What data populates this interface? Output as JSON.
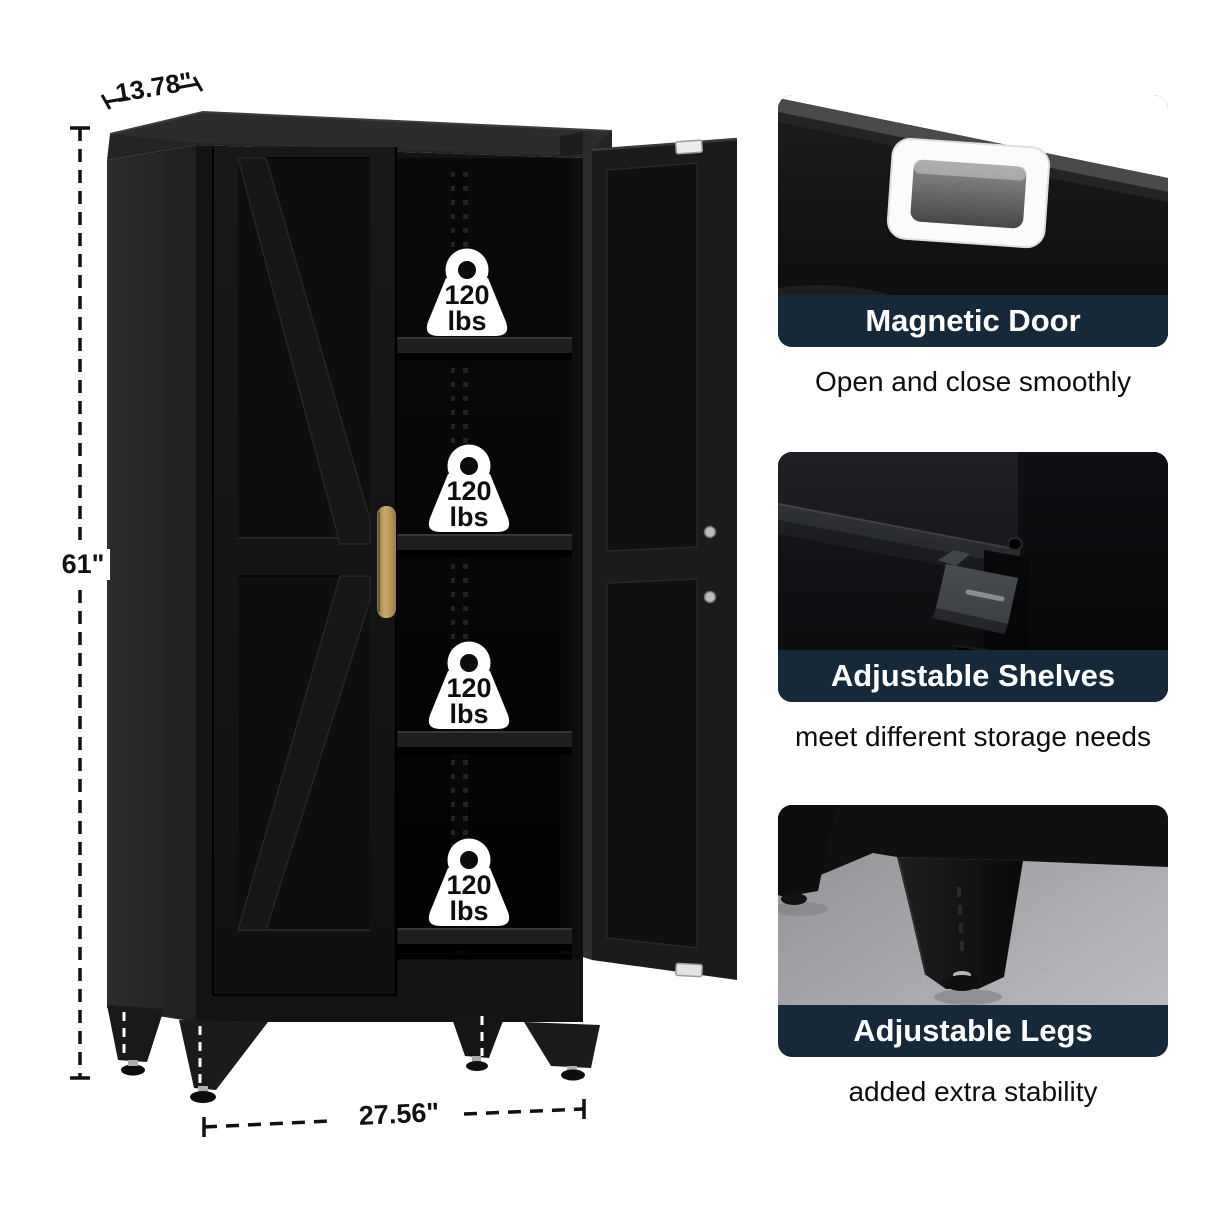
{
  "page": {
    "background": "#ffffff"
  },
  "dimensions": {
    "depth_label": "13.78\"",
    "height_label": "61\"",
    "width_label": "27.56\""
  },
  "cabinet": {
    "handle_color": "#b5975a",
    "weight_badges": [
      {
        "value": "120",
        "unit": "lbs"
      },
      {
        "value": "120",
        "unit": "lbs"
      },
      {
        "value": "120",
        "unit": "lbs"
      },
      {
        "value": "120",
        "unit": "lbs"
      }
    ]
  },
  "features": [
    {
      "title": "Magnetic Door",
      "subtitle": "Open and close smoothly"
    },
    {
      "title": "Adjustable Shelves",
      "subtitle": "meet different storage needs"
    },
    {
      "title": "Adjustable Legs",
      "subtitle": "added extra stability"
    }
  ],
  "colors": {
    "caption_bg": "#15293b",
    "caption_text": "#ffffff",
    "dimension_text": "#111111",
    "cabinet_black": "#141414"
  }
}
